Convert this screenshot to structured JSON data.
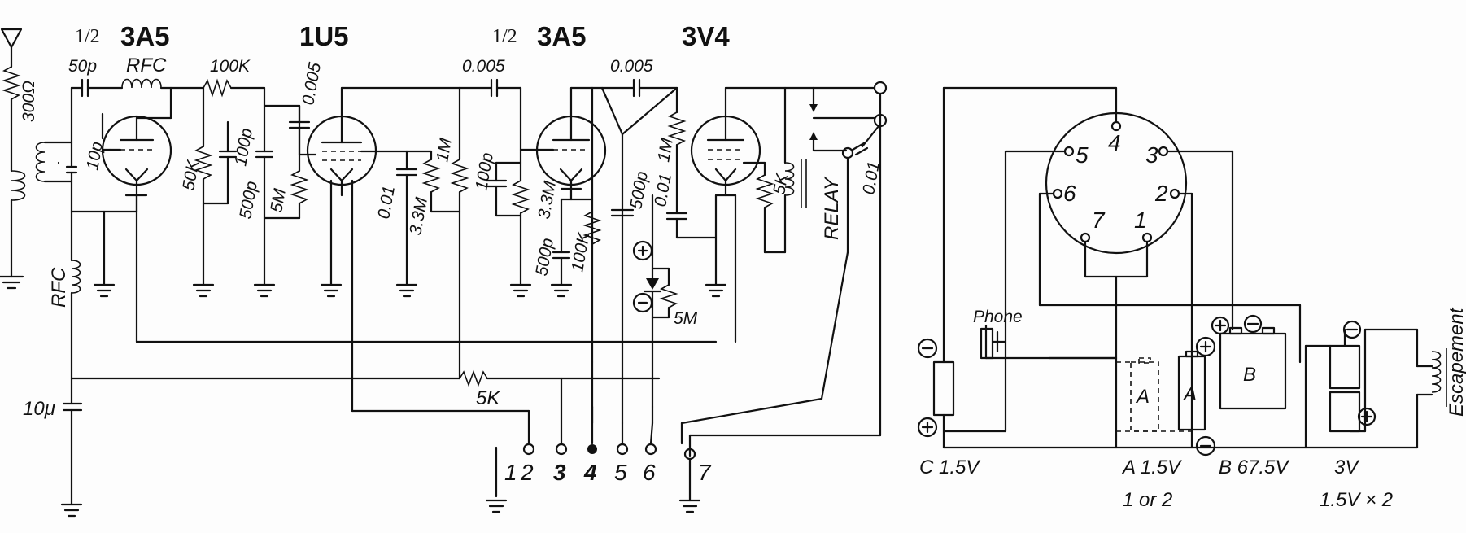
{
  "tubes": {
    "t1_frac": "1/2",
    "t1_name": "3A5",
    "t2_name": "1U5",
    "t3_frac": "1/2",
    "t3_name": "3A5",
    "t4_name": "3V4"
  },
  "components": {
    "antenna_r": "300Ω",
    "c_50p": "50p",
    "rfc_top": "RFC",
    "r_100k": "100K",
    "c_0005_a": "0.005",
    "c_0005_b": "0.005",
    "c_0005_c": "0.005",
    "c_10p": "10p",
    "r_50k": "50K",
    "c_100p_a": "100p",
    "c_500p_a": "500p",
    "r_5m_a": "5M",
    "c_001_a": "0.01",
    "r_33m": "3.3M",
    "r_1m_a": "1M",
    "c_100p_b": "100p",
    "r_33m_b": "3.3M",
    "c_500p_b": "500p",
    "r_100k_b": "100K",
    "c_500p_c": "500p",
    "c_001_b": "0.01",
    "r_1m_b": "1M",
    "r_5k_a": "5K",
    "relay": "RELAY",
    "c_001_c": "0.01",
    "r_5m_b": "5M",
    "rfc_left": "RFC",
    "c_10u": "10μ",
    "r_5k_b": "5K"
  },
  "terminals": [
    "1",
    "2",
    "3",
    "4",
    "5",
    "6",
    "7"
  ],
  "socket_pins": [
    "1",
    "2",
    "3",
    "4",
    "5",
    "6",
    "7"
  ],
  "battery_side": {
    "phone": "Phone",
    "cell_a1": "A",
    "cell_a2": "A",
    "cell_b": "B",
    "escapement": "Escapement",
    "c_label": "C  1.5V",
    "a_label": "A  1.5V",
    "a_sub": "1 or 2",
    "b_label": "B  67.5V",
    "v3_label": "3V",
    "v3_sub": "1.5V × 2"
  },
  "colors": {
    "ink": "#111111",
    "paper": "#fdfdfd"
  }
}
